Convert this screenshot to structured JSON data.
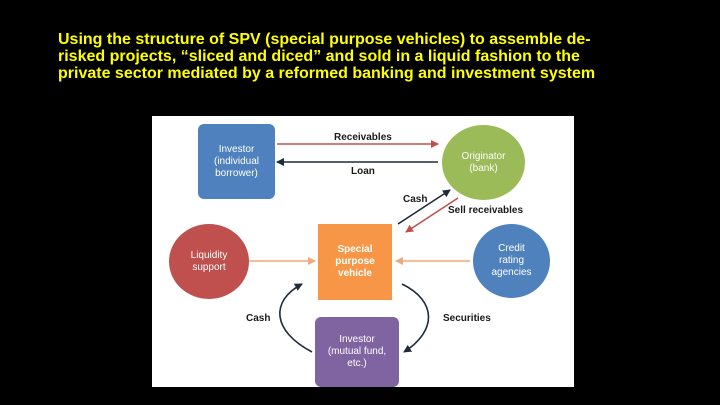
{
  "title_lines": [
    "Using the structure of SPV (special purpose vehicles) to assemble de-",
    "risked projects, “sliced and diced” and sold in a liquid fashion to the",
    "private sector mediated by a reformed banking and investment system"
  ],
  "nodes": {
    "investor_individual": "Investor\n(individual\nborrower)",
    "originator": "Originator\n(bank)",
    "liquidity": "Liquidity\nsupport",
    "spv": "Special\npurpose\nvehicle",
    "credit_rating": "Credit\nrating\nagencies",
    "investor_fund": "Investor\n(mutual fund,\netc.)"
  },
  "edge_labels": {
    "receivables": "Receivables",
    "loan": "Loan",
    "cash_top": "Cash",
    "sell_receivables": "Sell receivables",
    "cash_left": "Cash",
    "securities": "Securities"
  },
  "colors": {
    "title": "#ffff00",
    "investor_individual": "#4e81bd",
    "originator": "#9bbb59",
    "liquidity": "#c0504d",
    "spv": "#f79646",
    "credit_rating": "#4f81bd",
    "investor_fund": "#8064a2",
    "arrow_red": "#c0504d",
    "arrow_orange": "#f0a878",
    "arrow_dark": "#1f2a3a"
  }
}
